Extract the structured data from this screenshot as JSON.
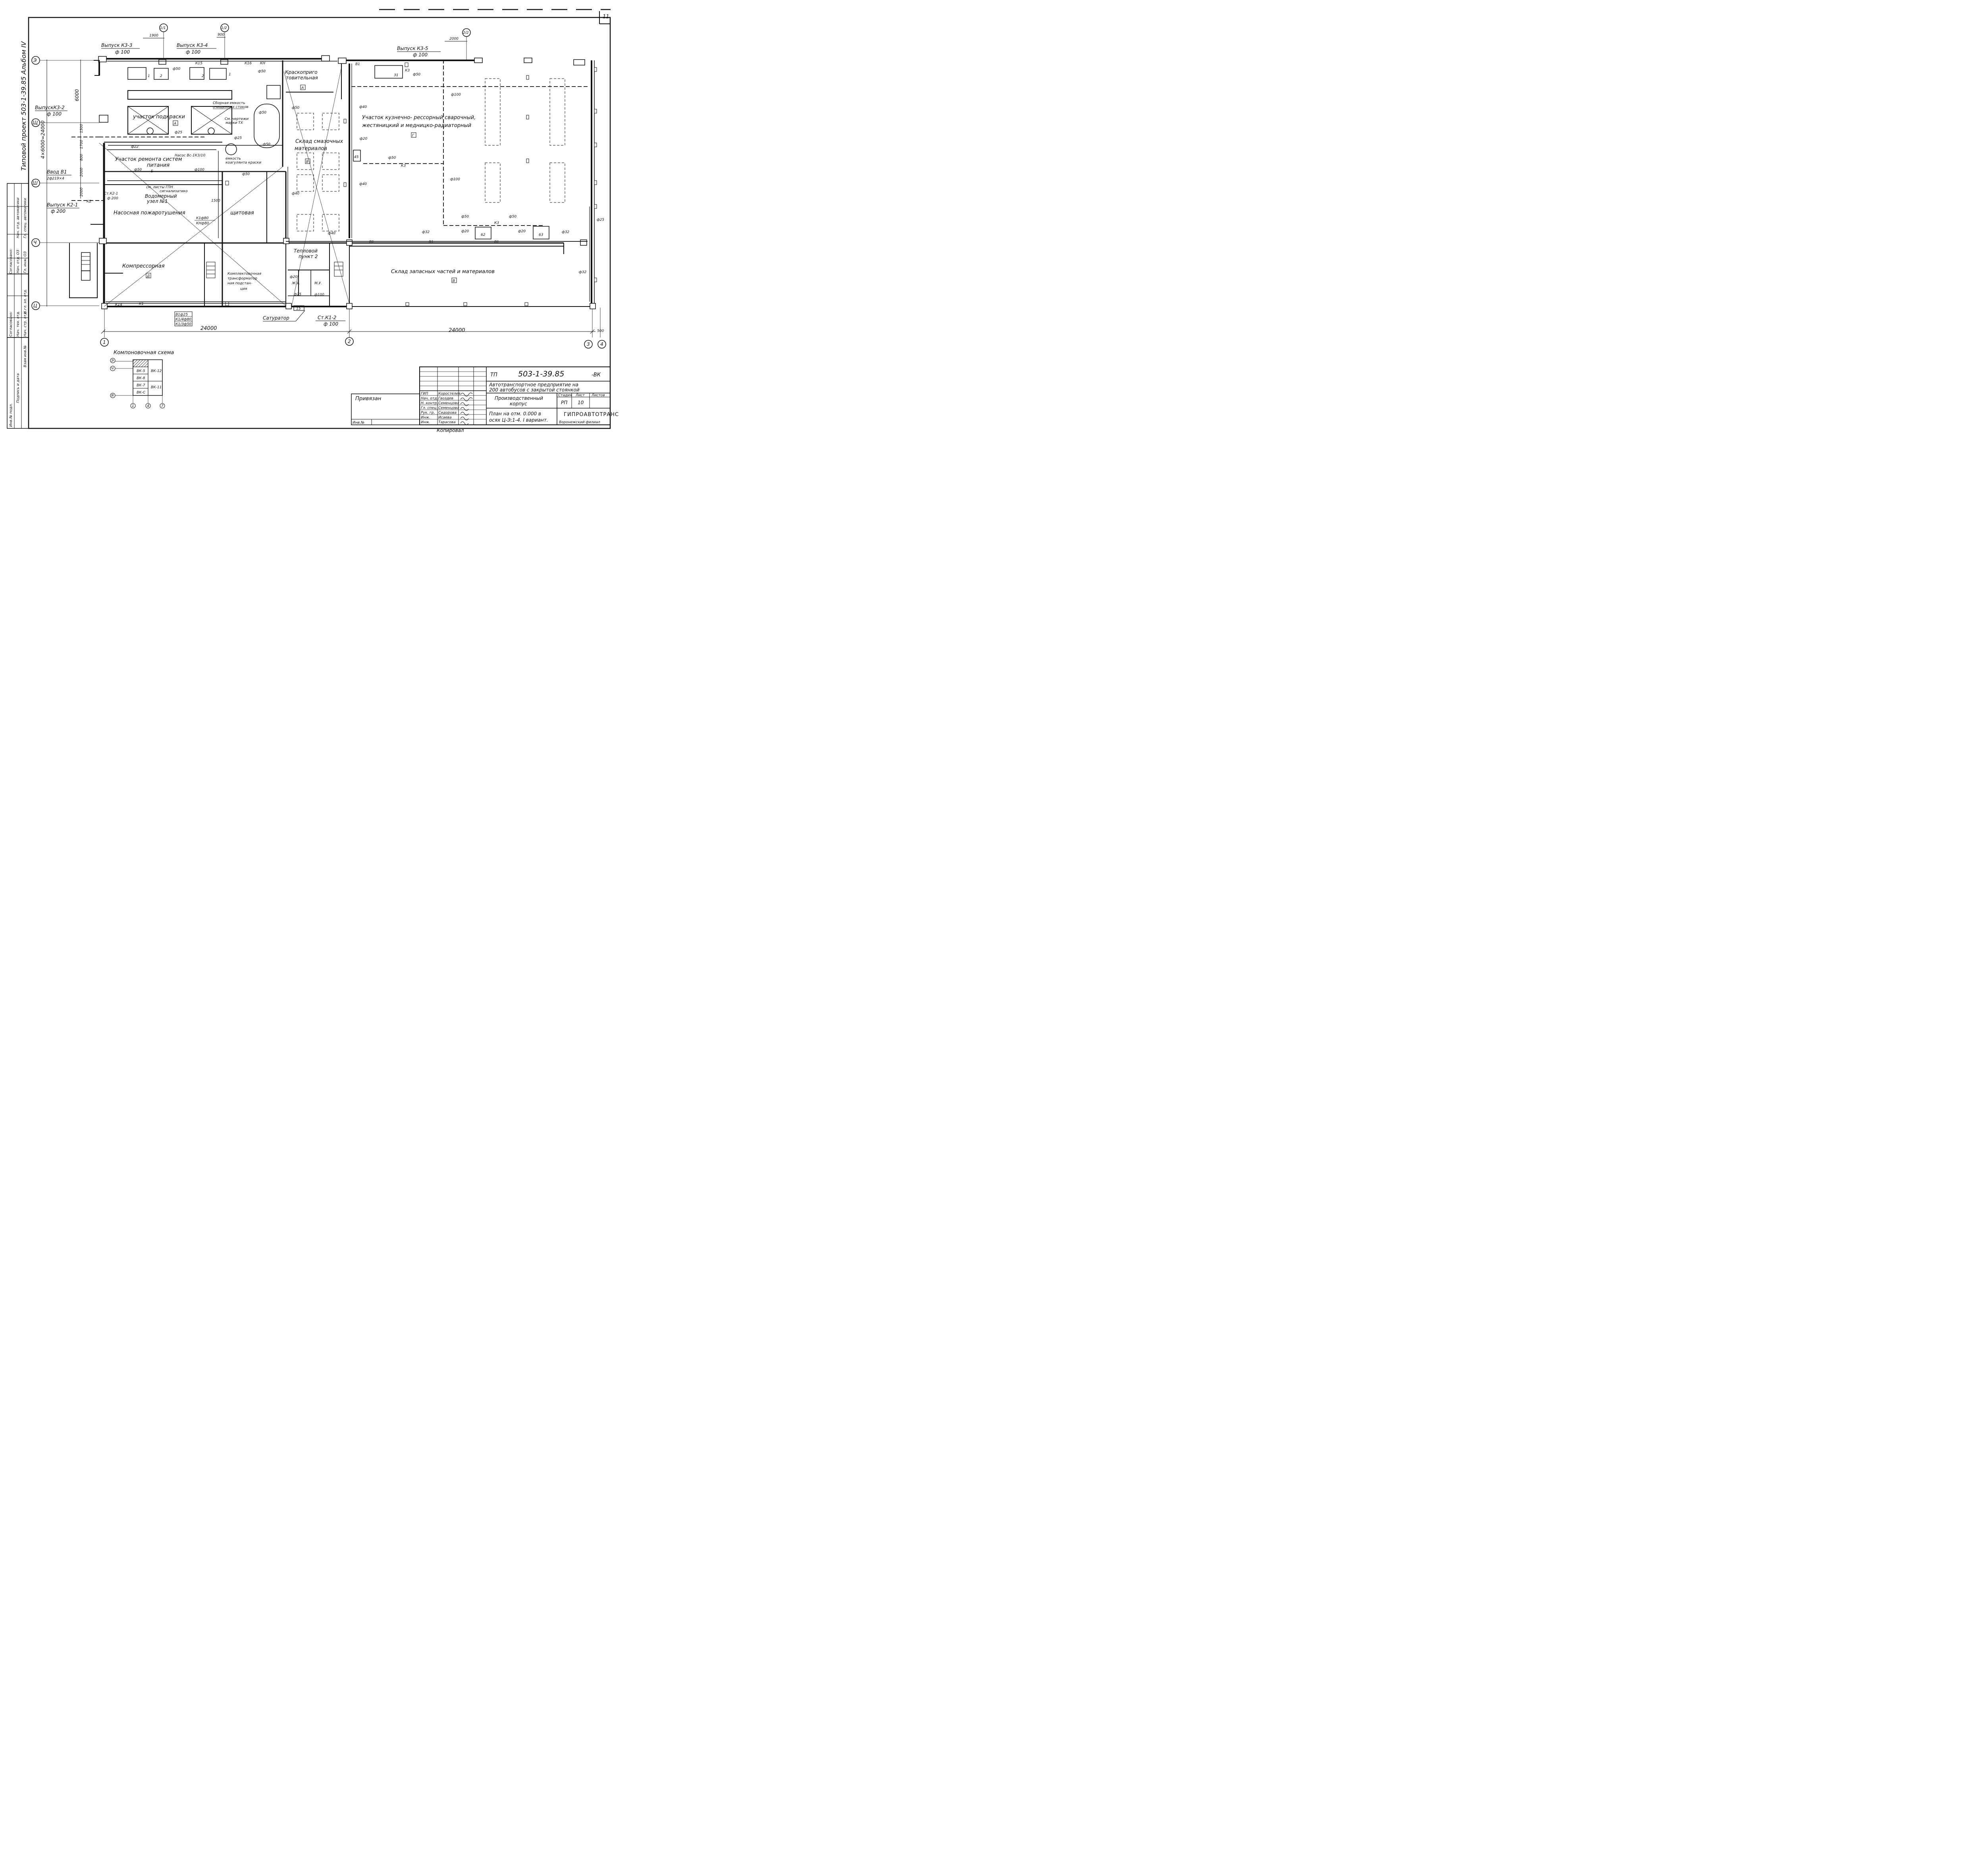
{
  "sheet": {
    "sheet_number": "11",
    "side_title": "Типовой   проект   503-1-39.85   Альбом  IV"
  },
  "axes": {
    "rows": [
      "Э",
      "Щ",
      "Ш",
      "Ч",
      "Ц"
    ],
    "cols": [
      "1",
      "2",
      "3",
      "4"
    ],
    "sub": [
      "1/1",
      "1/2",
      "2/2"
    ]
  },
  "dimensions": {
    "d1900": "1900",
    "d900": "900",
    "d2000top": "2000",
    "d6000": "6000",
    "d4x6000": "4×6000=24000",
    "d1700": "1700",
    "d1300": "1300",
    "d800": "800",
    "d2000a": "2000",
    "d2000b": "2000",
    "d1500": "1500",
    "d24000a": "24000",
    "d24000b": "24000",
    "d500": "500"
  },
  "outlets": {
    "k33_name": "Выпуск К3-3",
    "k33_dia": "ф 100",
    "k34_name": "Выпуск К3-4",
    "k34_dia": "ф 100",
    "k35_name": "Выпуск К3-5",
    "k35_dia": "ф 100",
    "k32_name": "ВыпускК3-2",
    "k32_dia": "ф 100",
    "k21_name": "Выпуск К2-1",
    "k21_dia": "ф 200",
    "vvod_name": "Ввод В1",
    "vvod_dia": "2ф219×4",
    "stk21_name": "Ст.К2-1",
    "stk21_dia": "ф 200",
    "stk12_name": "Ст.К1-2",
    "stk12_dia": "ф 100"
  },
  "rooms": {
    "kraskoprig_1": "Краскоприго",
    "kraskoprig_2": "товительная",
    "kraskoprig_mark": "А",
    "podkraska": "участок   подкраски",
    "podkraska_mark": "А",
    "remont_1": "Участок ремонта систем",
    "remont_2": "питания",
    "remont_mark": "Б",
    "kuznech_1": "Участок кузнечно- рессорный  сварочный,",
    "kuznech_2": "жестяницкий  и  медницко-радиаторный",
    "kuznech_mark": "Г",
    "sklad_smaz_1": "Склад смазочных",
    "sklad_smaz_2": "материалов",
    "sklad_smaz_mark": "В",
    "nasosnaya": "Насосная    пожаротушения",
    "shchit": "щитовая",
    "kompr": "Компрессорная",
    "kompr_mark": "Д",
    "teplo_1": "Тепловой",
    "teplo_2": "пункт 2",
    "ktp_1": "Комплектовочная",
    "ktp_2": "трансформатор",
    "ktp_3": "ная подстан-",
    "ktp_4": "ция",
    "sklad_zap": "Склад  запасных  частей  и  материалов",
    "sklad_zap_mark": "В",
    "zhu": "Ж.У.",
    "mu": "М.У."
  },
  "annotations": {
    "sbornaya_1": "Сборная емкость",
    "sbornaya_2": "очищенных стоков",
    "sm_chert_1": "См. чертежи",
    "sm_chert_2": "марки ТХ",
    "emkost_1": "емкость",
    "emkost_2": "коагулянта краски",
    "nasos": "Насос Вс-1К3/10",
    "sm_listy": "см. листы  ГПН",
    "sm_listy_2": "сигнализатико",
    "vodomer_1": "Водомерный",
    "vodomer_2": "узел №1",
    "k1f80": "К1ф80",
    "knf80": "КНф80",
    "saturator": "Сатуратор",
    "b1f25": "В1ф25",
    "k1_4f80": "К1/4ф80",
    "k1_3f50": "К1/3ф50"
  },
  "equipment": {
    "eq31": "31",
    "eq45": "45",
    "eq62": "62",
    "eq63": "63",
    "eq15": "15",
    "eq1": "1",
    "eq2a": "2",
    "eq2b": "2",
    "eq1b": "1",
    "eq2c": "2"
  },
  "pipes": {
    "p50a": "ф50",
    "p50b": "ф50",
    "p50c": "ф50",
    "p50d": "ф50",
    "p50e": "ф50",
    "p50f": "ф50",
    "p50g": "ф50",
    "p50h": "ф50",
    "p50i": "ф50",
    "p50j": "ф50",
    "p50k": "ф50",
    "p100a": "ф100",
    "p100b": "ф100",
    "p100c": "ф100",
    "p100d": "ф100",
    "p40a": "ф40",
    "p40b": "ф40",
    "p40c": "ф40",
    "p40d": "ф40",
    "p25a": "ф25",
    "p25b": "ф25",
    "p25c": "ф25",
    "p25d": "ф25",
    "p20a": "ф20",
    "p20b": "ф20",
    "p20c": "ф20",
    "p20d": "ф20",
    "p32a": "ф32",
    "p32b": "ф32",
    "p32c": "ф32",
    "p22": "ф22",
    "p200": "ф200",
    "line_k3": "К3",
    "line_b1": "В1",
    "line_k1": "К1",
    "line_k2": "К2",
    "line_kn": "КН",
    "line_k14": "К14",
    "line_k15": "К15",
    "line_k16": "К16"
  },
  "scheme": {
    "title": "Компоновочная схема",
    "cells": [
      "ВК-5",
      "ВК-12",
      "ВК-8",
      "ВК-7",
      "ВК-11",
      "ВК-С"
    ],
    "axes": [
      "Э",
      "Ч",
      "Я",
      "1",
      "4",
      "7"
    ]
  },
  "stamp": {
    "approved_label": "Согласовано:",
    "approved_rows": [
      "Нач. отд. ОЗ",
      "Гл. инж. ОЗ",
      "Нач. отд. автоматики",
      "Гл. спец. автоматики"
    ],
    "agreed_label": "Согласовано:",
    "agreed_rows": [
      "Нач. тех. отд.",
      "Нач. стр. отд.",
      "Н.гл. эл. отд."
    ],
    "privyazan": "Привязан",
    "inv": "Инв.№",
    "bottom_cols": [
      "Инв.№ подл.",
      "Подпись и дата",
      "Взам инв.№"
    ],
    "roles": [
      "ГИП",
      "Нач. отд.",
      "Н. контр.",
      "Гл. спец.",
      "Рук. гр.",
      "Инж.",
      "Инж."
    ],
    "names": [
      "Коростелев",
      "Гвоздев",
      "Семенцова",
      "Семенцова",
      "Сидорова",
      "Исаева",
      "Тарасова"
    ],
    "code_prefix": "ТП",
    "code": "503-1-39.85",
    "code_suffix": "-ВК",
    "project_1": "Автотранспортное  предприятие  на",
    "project_2": "200 автобусов  с закрытой  стоянкой",
    "object_1": "Производственный",
    "object_2": "корпус",
    "stage_h": "Стадия",
    "sheet_h": "Лист",
    "sheets_h": "Листов",
    "stage": "РП",
    "sheet": "10",
    "drawing_1": "План на отм. 0.000 в",
    "drawing_2": "осях Ц-Э;1-4. I вариант.",
    "org_1": "ГИПРОАВТОТРАНС",
    "org_2": "Воронежский  филиал",
    "copied": "Копировал"
  }
}
